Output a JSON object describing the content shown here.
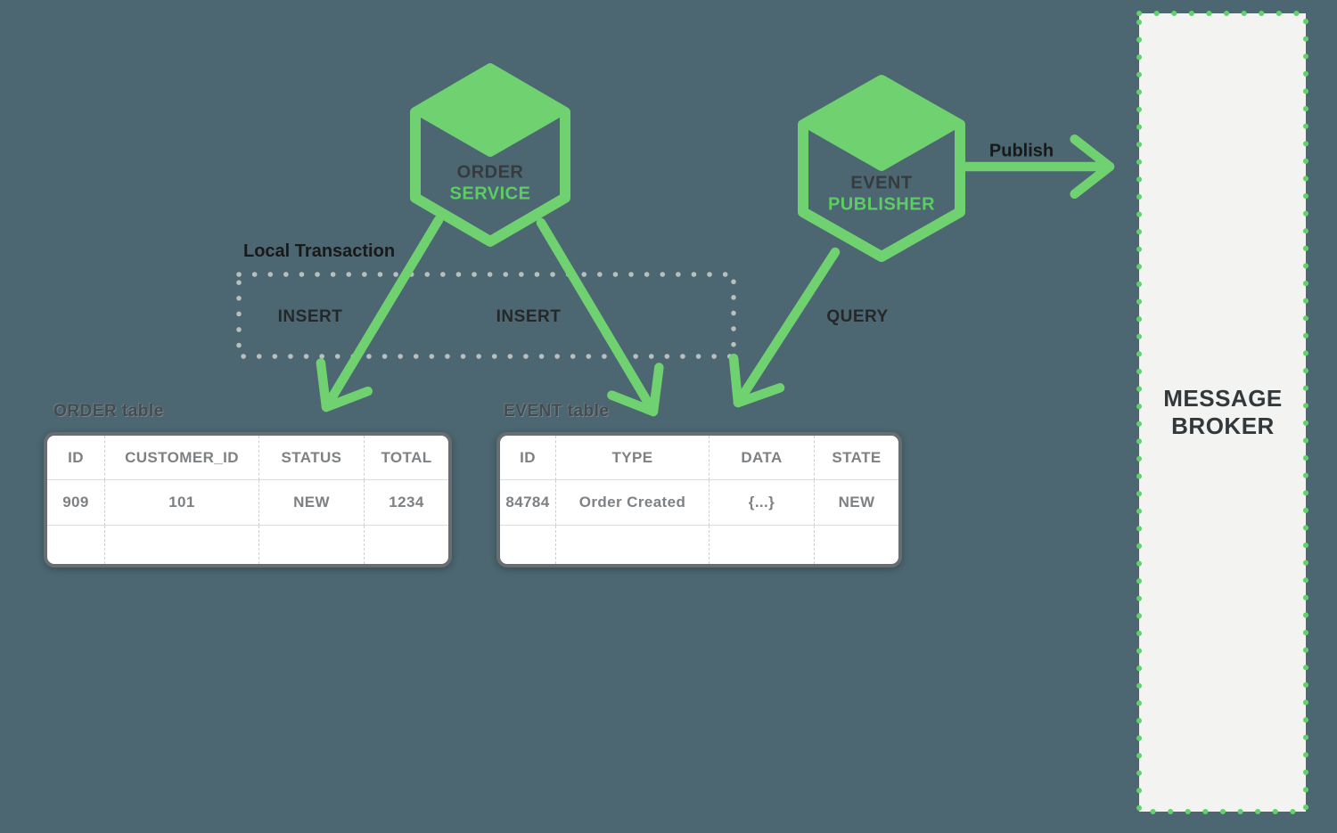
{
  "colors": {
    "background": "#4c6771",
    "accent_green": "#6fd170",
    "green_text": "#5ccd63",
    "dark_text": "#17191a",
    "table_text": "#7e8184",
    "table_border": "#686d71",
    "dotted_box_dots": "#b9bfbf",
    "broker_fill": "#f3f3f1",
    "broker_dots": "#5fd369"
  },
  "nodes": {
    "order_service": {
      "line1": "ORDER",
      "line2": "SERVICE"
    },
    "event_publisher": {
      "line1": "EVENT",
      "line2": "PUBLISHER"
    }
  },
  "labels": {
    "local_transaction": "Local Transaction",
    "insert_left": "INSERT",
    "insert_right": "INSERT",
    "query": "QUERY",
    "publish": "Publish"
  },
  "order_table": {
    "title": "ORDER table",
    "headers": [
      "ID",
      "CUSTOMER_ID",
      "STATUS",
      "TOTAL"
    ],
    "rows": [
      [
        "909",
        "101",
        "NEW",
        "1234"
      ],
      [
        "",
        "",
        "",
        ""
      ]
    ]
  },
  "event_table": {
    "title": "EVENT table",
    "headers": [
      "ID",
      "TYPE",
      "DATA",
      "STATE"
    ],
    "rows": [
      [
        "84784",
        "Order Created",
        "{...}",
        "NEW"
      ],
      [
        "",
        "",
        "",
        ""
      ]
    ]
  },
  "message_broker": {
    "line1": "MESSAGE",
    "line2": "BROKER"
  }
}
